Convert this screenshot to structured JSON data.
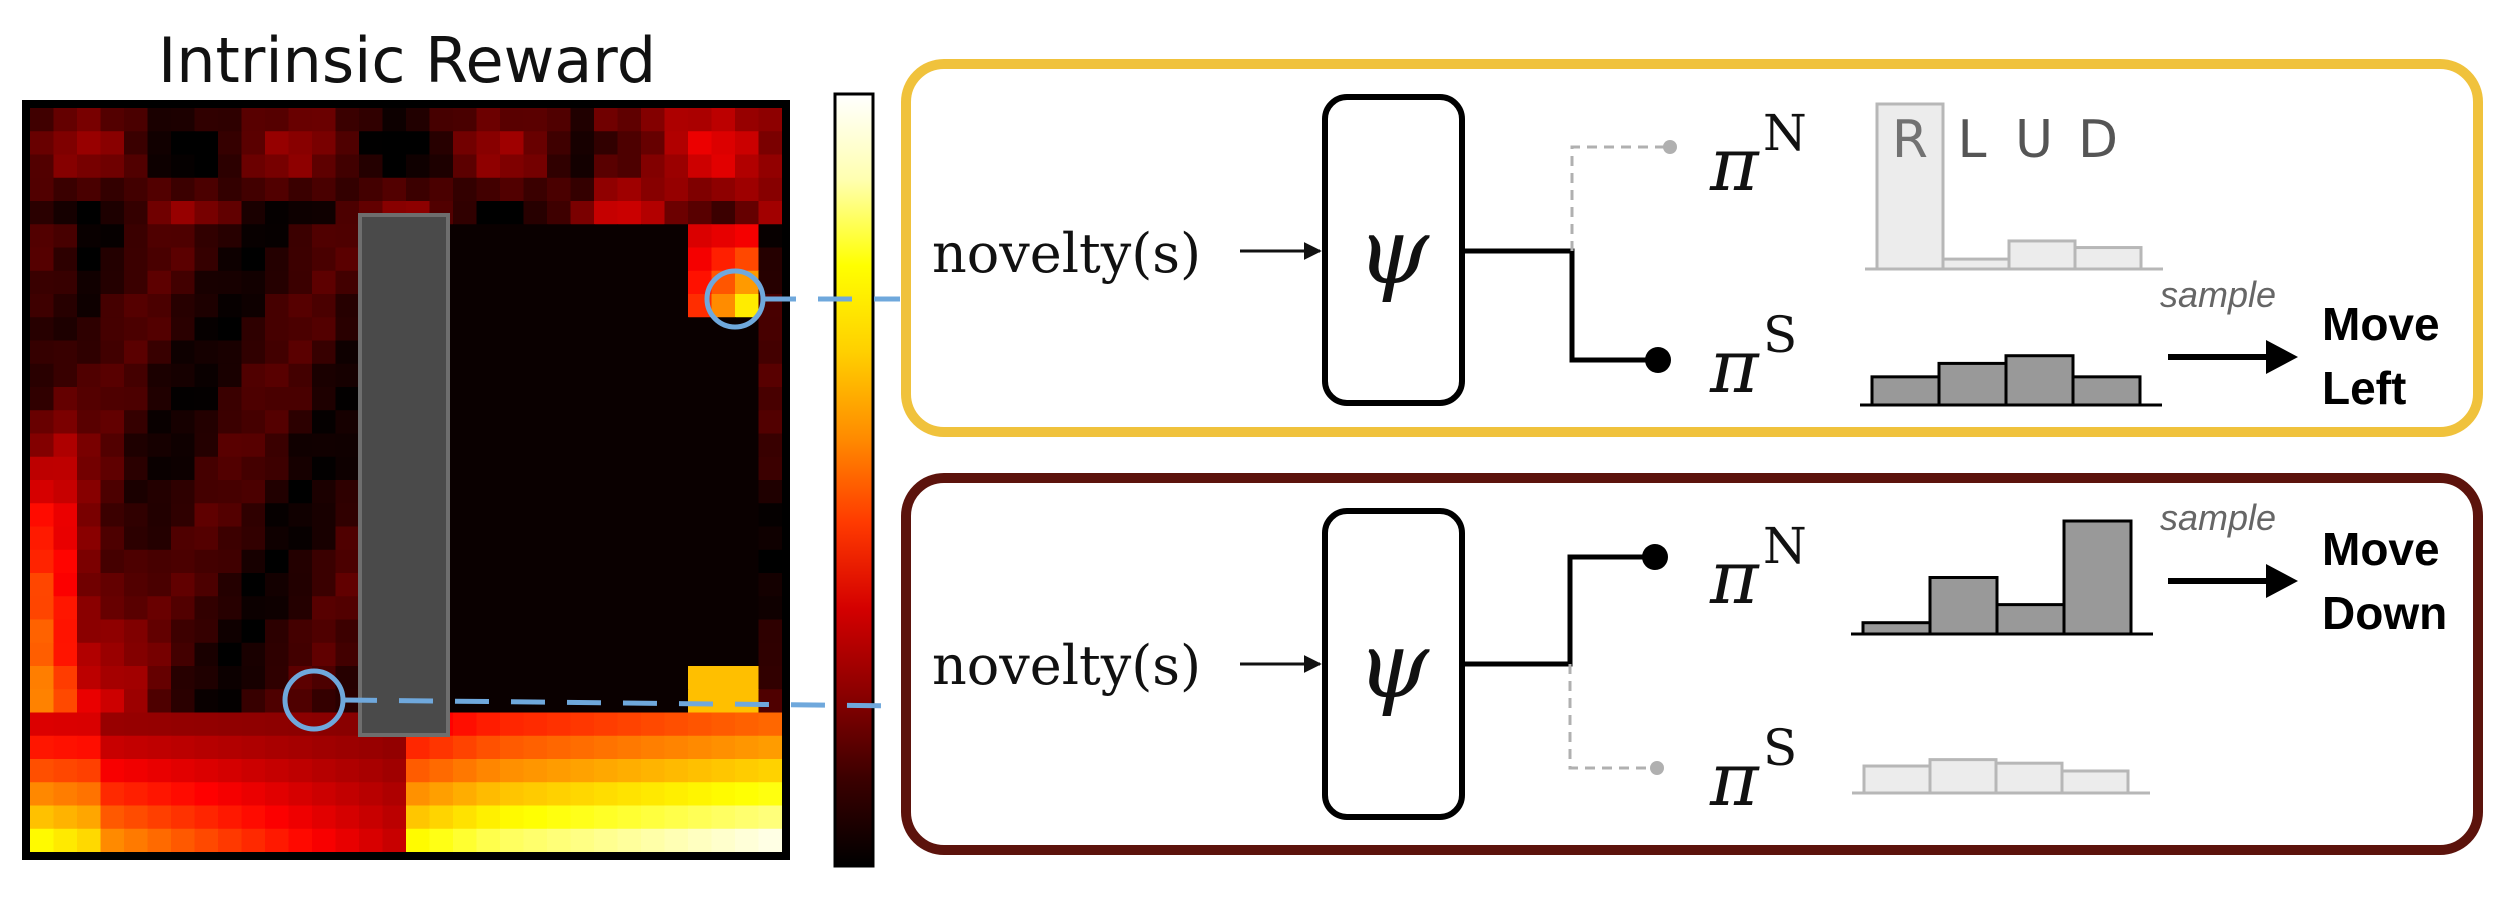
{
  "heatmap": {
    "title": "Intrinsic Reward",
    "colorbar_colors": [
      "#000000",
      "#3a0000",
      "#8a0000",
      "#d40000",
      "#ff3a00",
      "#ff8c00",
      "#ffd000",
      "#ffff00",
      "#ffffb0",
      "#ffffff"
    ]
  },
  "panel_top": {
    "border_color": "#f0c23c",
    "input_label": "novelty(s)",
    "psi_symbol": "ψ",
    "policy_n": {
      "pi": "π",
      "sup": "N"
    },
    "policy_s": {
      "pi": "π",
      "sup": "S"
    },
    "action_labels": [
      "R",
      "L",
      "U",
      "D"
    ],
    "dist_n": [
      1.0,
      0.06,
      0.17,
      0.13
    ],
    "dist_s": [
      0.44,
      0.65,
      0.77,
      0.44
    ],
    "sample_label": "sample",
    "action_line1": "Move",
    "action_line2": "Left"
  },
  "panel_bottom": {
    "border_color": "#5c130c",
    "input_label": "novelty(s)",
    "psi_symbol": "ψ",
    "policy_n": {
      "pi": "π",
      "sup": "N"
    },
    "policy_s": {
      "pi": "π",
      "sup": "S"
    },
    "dist_n": [
      0.1,
      0.5,
      0.26,
      1.0
    ],
    "dist_s": [
      0.38,
      0.47,
      0.42,
      0.31
    ],
    "sample_label": "sample",
    "action_line1": "Move",
    "action_line2": "Down"
  },
  "connector_color": "#6fa8dc"
}
